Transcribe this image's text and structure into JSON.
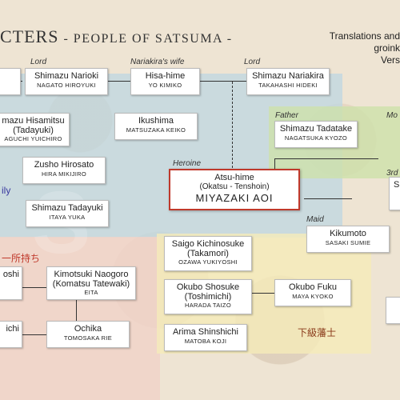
{
  "title": {
    "main": "CTERS",
    "sub": "- PEOPLE OF SATSUMA -"
  },
  "credits": {
    "line1": "Translations and",
    "line2": "groink",
    "line3": "Vers"
  },
  "roles": {
    "lord1": "Lord",
    "wife": "Nariakira's wife",
    "lord2": "Lord",
    "heroine": "Heroine",
    "father": "Father",
    "mo": "Mo",
    "third": "3rd",
    "maid": "Maid"
  },
  "labels": {
    "family": "ily",
    "jp_isshomochi": "一所持ち",
    "jp_kakyu": "下級藩士"
  },
  "watermark": "S",
  "people": {
    "partial1": {
      "name": "",
      "actor": ""
    },
    "nario": {
      "name": "Shimazu Narioki",
      "actor": "NAGATO HIROYUKI"
    },
    "hisa": {
      "name": "Hisa-hime",
      "actor": "YO KIMIKO"
    },
    "nariakira": {
      "name": "Shimazu Nariakira",
      "actor": "TAKAHASHI HIDEKI"
    },
    "hisamitsu": {
      "name": "mazu Hisamitsu",
      "name2": "(Tadayuki)",
      "actor": "AGUCHI YUICHIRO"
    },
    "ikushima": {
      "name": "Ikushima",
      "actor": "MATSUZAKA KEIKO"
    },
    "tadatake": {
      "name": "Shimazu Tadatake",
      "actor": "NAGATSUKA KYOZO"
    },
    "zusho": {
      "name": "Zusho Hirosato",
      "actor": "HIRA MIKIJIRO"
    },
    "tadayuki": {
      "name": "Shimazu Tadayuki",
      "actor": "ITAYA YUKA"
    },
    "s_partial": {
      "name": "S"
    },
    "atsuhime": {
      "name": "Atsu-hime",
      "name2": "(Okatsu - Tenshoin)",
      "actor": "MIYAZAKI AOI"
    },
    "kikumoto": {
      "name": "Kikumoto",
      "actor": "SASAKI SUMIE"
    },
    "saigo": {
      "name": "Saigo Kichinosuke",
      "name2": "(Takamori)",
      "actor": "OZAWA YUKIYOSHI"
    },
    "oshi": {
      "name": "oshi"
    },
    "kimotsuki": {
      "name": "Kimotsuki Naogoro",
      "name2": "(Komatsu Tatewaki)",
      "actor": "EITA"
    },
    "shosuke": {
      "name": "Okubo Shosuke",
      "name2": "(Toshimichi)",
      "actor": "HARADA TAIZO"
    },
    "fuku": {
      "name": "Okubo Fuku",
      "actor": "MAYA KYOKO"
    },
    "ichi": {
      "name": "ichi"
    },
    "ochika": {
      "name": "Ochika",
      "actor": "TOMOSAKA RIE"
    },
    "arima": {
      "name": "Arima Shinshichi",
      "actor": "MATOBA KOJI"
    }
  }
}
